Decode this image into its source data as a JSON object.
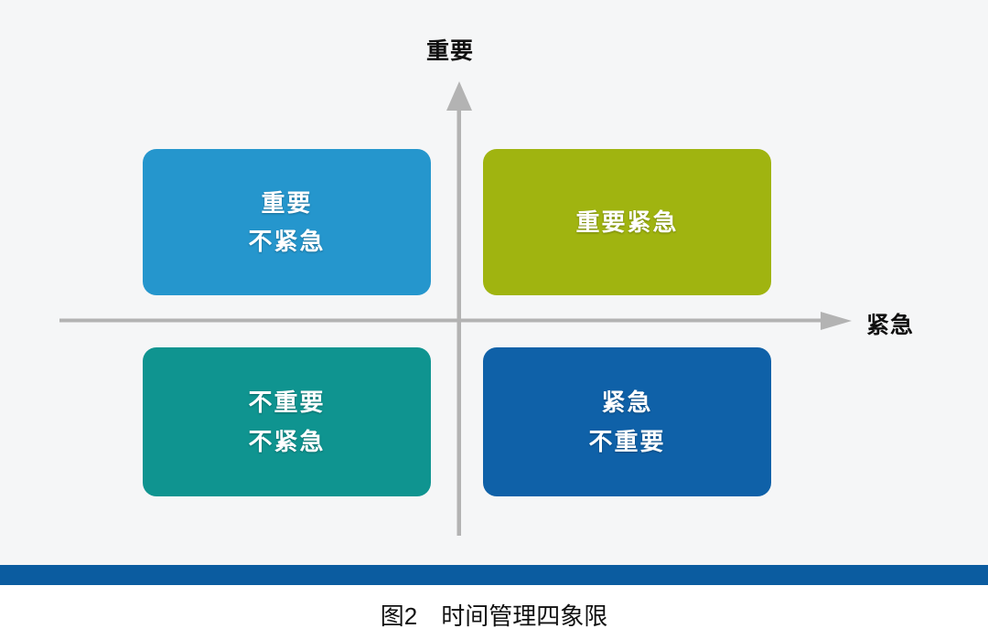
{
  "figure": {
    "caption": "图2　时间管理四象限",
    "background_color": "#f5f6f7",
    "footer_bar_color": "#0b5ca0"
  },
  "axes": {
    "vertical": {
      "label": "重要",
      "direction": "up",
      "icon": "arrow-up-icon",
      "color": "#b3b3b3"
    },
    "horizontal": {
      "label": "紧急",
      "direction": "right",
      "icon": "arrow-right-icon",
      "color": "#b3b3b3"
    }
  },
  "quadrants": [
    {
      "id": "important-not-urgent",
      "position": "top-left",
      "lines": [
        "重要",
        "不紧急"
      ],
      "color": "#2596cd",
      "shadow_color": "#1d7ba9"
    },
    {
      "id": "important-urgent",
      "position": "top-right",
      "lines": [
        "重要紧急"
      ],
      "color": "#a0b410",
      "shadow_color": "#82930c"
    },
    {
      "id": "not-important-not-urgent",
      "position": "bottom-left",
      "lines": [
        "不重要",
        "不紧急"
      ],
      "color": "#0f9490",
      "shadow_color": "#0b7a77"
    },
    {
      "id": "urgent-not-important",
      "position": "bottom-right",
      "lines": [
        "紧急",
        "不重要"
      ],
      "color": "#0f61a8",
      "shadow_color": "#0b4d86"
    }
  ]
}
